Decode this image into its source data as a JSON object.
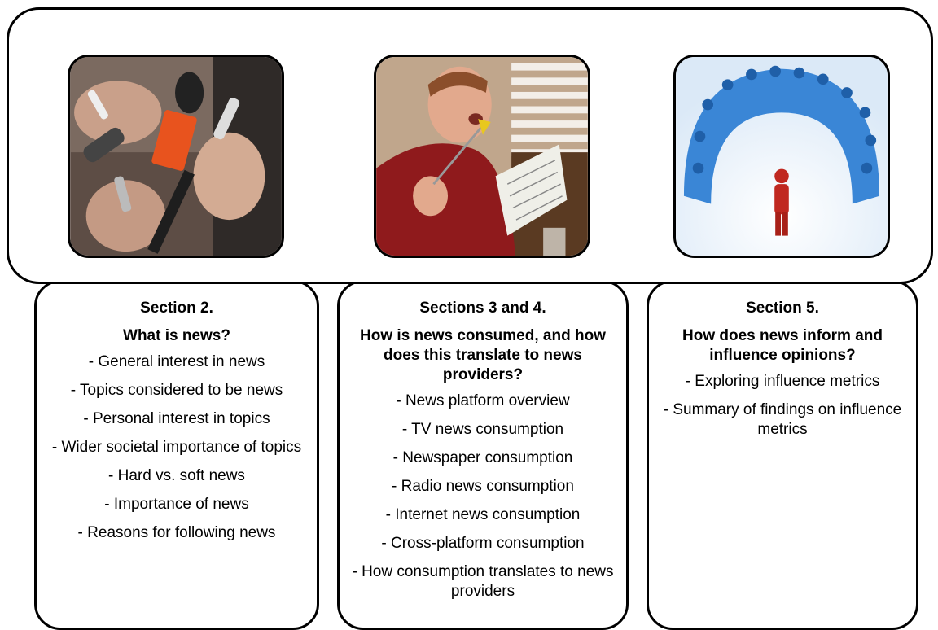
{
  "columns": [
    {
      "heading": "Section 2.",
      "subheading": "What is news?",
      "items": [
        "- General interest in news",
        "- Topics considered to be news",
        "- Personal interest in topics",
        "- Wider societal importance of topics",
        "- Hard vs. soft news",
        "- Importance of news",
        "- Reasons for following news"
      ]
    },
    {
      "heading": "Sections 3 and 4.",
      "subheading": "How is news consumed, and how does this translate to news providers?",
      "items": [
        "-  News platform overview",
        "- TV news consumption",
        "- Newspaper consumption",
        "- Radio news consumption",
        "- Internet news consumption",
        "- Cross-platform consumption",
        "- How consumption translates to news providers"
      ]
    },
    {
      "heading": "Section 5.",
      "subheading": "How does news inform and influence opinions?",
      "items": [
        "- Exploring influence metrics",
        "- Summary of findings on influence metrics"
      ]
    }
  ],
  "colors": {
    "border": "#000000",
    "background": "#ffffff",
    "crowd_blue": "#3a86d6",
    "leader_red": "#c02820",
    "sweater_red": "#8f1a1c",
    "mic_orange": "#e8531e"
  }
}
